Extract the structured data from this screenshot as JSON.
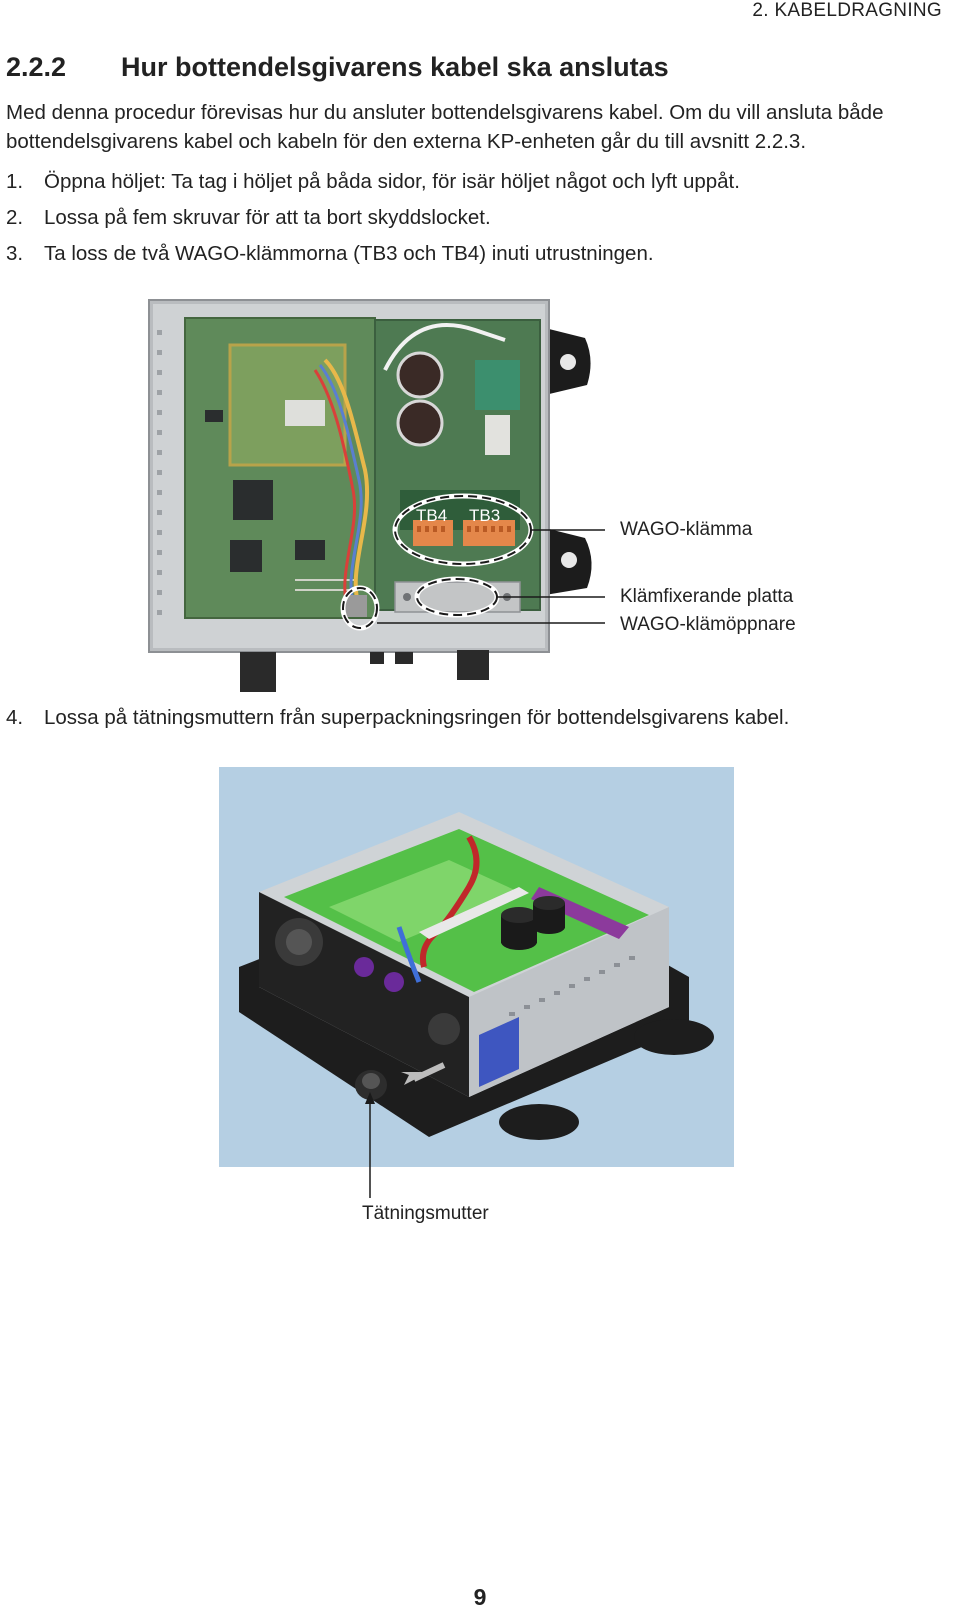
{
  "header": {
    "running_head": "2. KABELDRAGNING"
  },
  "section": {
    "number": "2.2.2",
    "title": "Hur bottendelsgivarens kabel ska anslutas"
  },
  "intro_text": "Med denna procedur förevisas hur du ansluter bottendelsgivarens kabel. Om du vill ansluta både bottendelsgivarens kabel och kabeln för den externa KP-enheten går du till avsnitt 2.2.3.",
  "steps": [
    {
      "num": "1.",
      "text": "Öppna höljet: Ta tag i höljet på båda sidor, för isär höljet något och lyft uppåt."
    },
    {
      "num": "2.",
      "text": "Lossa på fem skruvar för att ta bort skyddslocket."
    },
    {
      "num": "3.",
      "text": "Ta loss de två WAGO-klämmorna (TB3 och TB4) inuti utrustningen."
    },
    {
      "num": "4.",
      "text": "Lossa på tätningsmuttern från superpackningsringen för bottendelsgivarens kabel."
    }
  ],
  "figure1": {
    "terminal_left": "TB4",
    "terminal_right": "TB3",
    "callouts": {
      "wago_clamp": "WAGO-klämma",
      "clamp_plate": "Klämfixerande platta",
      "wago_opener": "WAGO-klämöppnare"
    }
  },
  "figure2": {
    "callout": "Tätningsmutter"
  },
  "footer": {
    "page_number": "9"
  }
}
